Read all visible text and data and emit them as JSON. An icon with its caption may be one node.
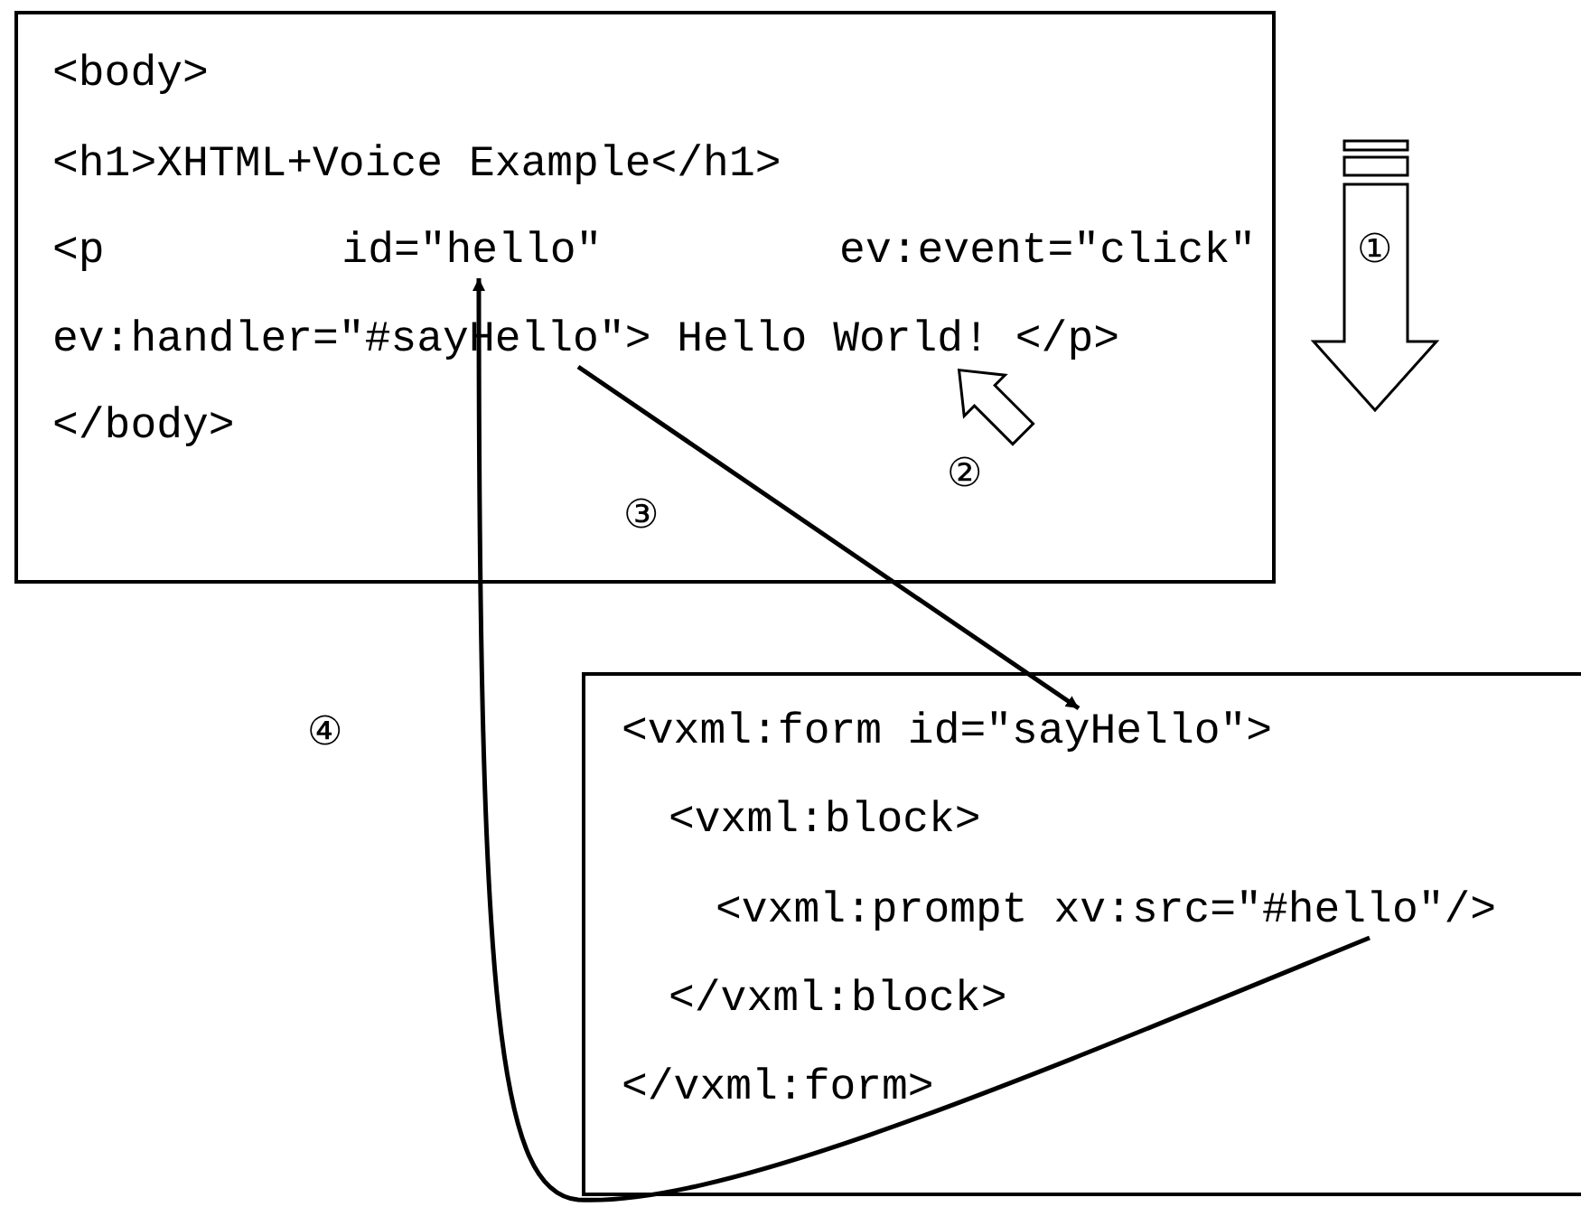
{
  "diagram": {
    "nodes": [
      {
        "text": [],
        "shape": "box"
      },
      {
        "text": [
          "<body>"
        ],
        "in": 0
      },
      {
        "text": [
          "<h1>XHTML+Voice Example</h1>"
        ],
        "in": 0
      },
      {
        "text": [
          "<p id=\"hello\" ev:event=\"click\""
        ],
        "in": 0
      },
      {
        "text": [
          "ev:handler=\"#sayHello\"> Hello World! </p>"
        ],
        "in": 0
      },
      {
        "text": [
          "</body>"
        ],
        "in": 0
      },
      {
        "text": [],
        "shape": "box"
      },
      {
        "text": [
          "<vxml:form id=\"sayHello\">"
        ],
        "in": 6
      },
      {
        "text": [
          "<vxml:block>"
        ],
        "in": 6
      },
      {
        "text": [
          "<vxml:prompt xv:src=\"#hello\"/>"
        ],
        "in": 6
      },
      {
        "text": [
          "</vxml:block>"
        ],
        "in": 6
      },
      {
        "text": [
          "</vxml:form>"
        ],
        "in": 6
      }
    ],
    "edges": [
      {
        "from": 4,
        "to": 7,
        "arrow": "to",
        "label": "③"
      },
      {
        "from": 9,
        "to": 3,
        "arrow": "to",
        "label": "④"
      }
    ],
    "labels": [
      "①",
      "②"
    ]
  }
}
